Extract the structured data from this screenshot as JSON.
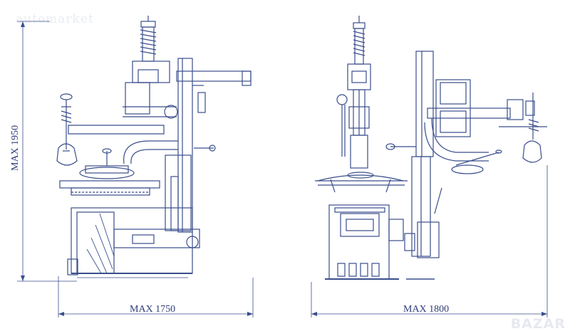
{
  "watermark": "automarket",
  "logo": "BAZAR",
  "dimensions": {
    "height_left": "MAX 1950",
    "width_left": "MAX 1750",
    "width_right": "MAX 1800"
  },
  "colors": {
    "line": "#3a4e8c",
    "dimension": "#2f3d78",
    "fill": "#ffffff"
  }
}
